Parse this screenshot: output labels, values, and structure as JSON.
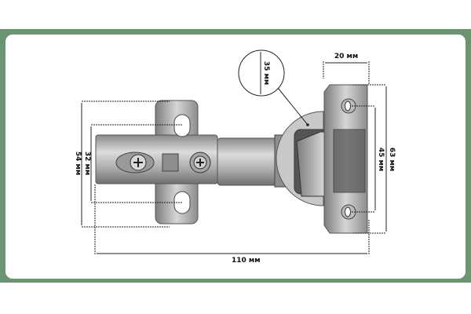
{
  "product": "furniture-hinge",
  "dimensions": {
    "total_length": "110 мм",
    "base_height": "54 мм",
    "base_hole_spacing": "32 мм",
    "cup_diameter": "35 мм",
    "plate_width": "20 мм",
    "plate_height": "63 мм",
    "plate_hole_spacing": "45 мм"
  },
  "colors": {
    "frame": "#6b9471",
    "panel": "#ffffff",
    "metal": "#b9b9b9"
  }
}
